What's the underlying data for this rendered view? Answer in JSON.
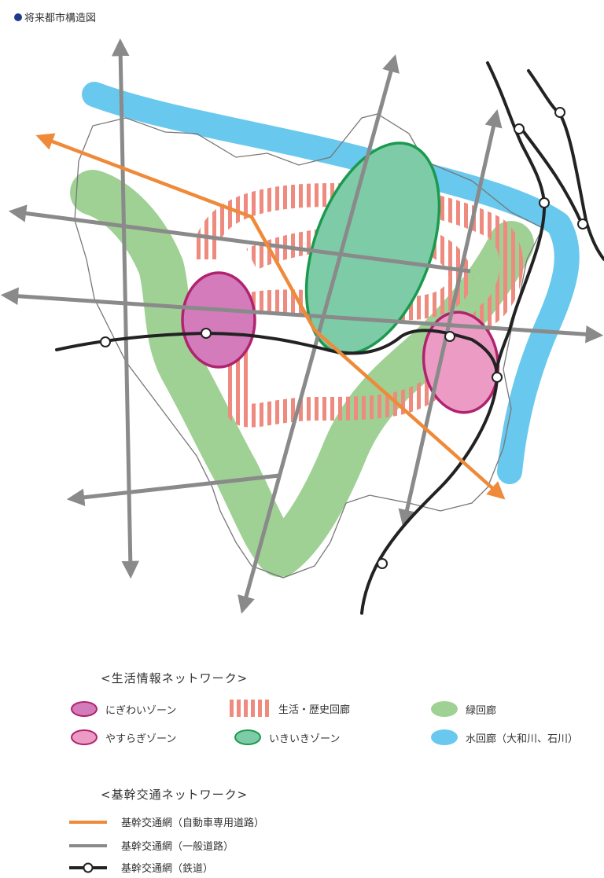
{
  "title": "将来都市構造図",
  "colors": {
    "title_dot": "#1e3a8a",
    "nigiwai_fill": "#d47bbb",
    "nigiwai_stroke": "#b0236f",
    "yasuragi_fill": "#ec9cc4",
    "yasuragi_stroke": "#b0236f",
    "corridor_hatch": "#ee8a7e",
    "ikiiki_fill": "#7ecba8",
    "ikiiki_stroke": "#1b9a4f",
    "green_corridor": "#9fd194",
    "water_corridor": "#69c8ee",
    "expressway": "#ee8a3a",
    "general_road": "#8a8a8a",
    "railway": "#222222"
  },
  "legend": {
    "living_network": {
      "heading": "<生活情報ネットワーク>",
      "items": [
        {
          "label": "にぎわいゾーン",
          "symbol": "magenta-ellipse"
        },
        {
          "label": "生活・歴史回廊",
          "symbol": "red-hatch"
        },
        {
          "label": "緑回廊",
          "symbol": "green-blob"
        },
        {
          "label": "やすらぎゾーン",
          "symbol": "pink-ellipse"
        },
        {
          "label": "いきいきゾーン",
          "symbol": "teal-ellipse"
        },
        {
          "label": "水回廊（大和川、石川）",
          "symbol": "blue-blob"
        }
      ]
    },
    "transport_network": {
      "heading": "<基幹交通ネットワーク>",
      "items": [
        {
          "label": "基幹交通網（自動車専用道路）",
          "symbol": "orange-line"
        },
        {
          "label": "基幹交通網（一般道路）",
          "symbol": "gray-line"
        },
        {
          "label": "基幹交通網（鉄道）",
          "symbol": "black-rail-line"
        }
      ]
    }
  }
}
